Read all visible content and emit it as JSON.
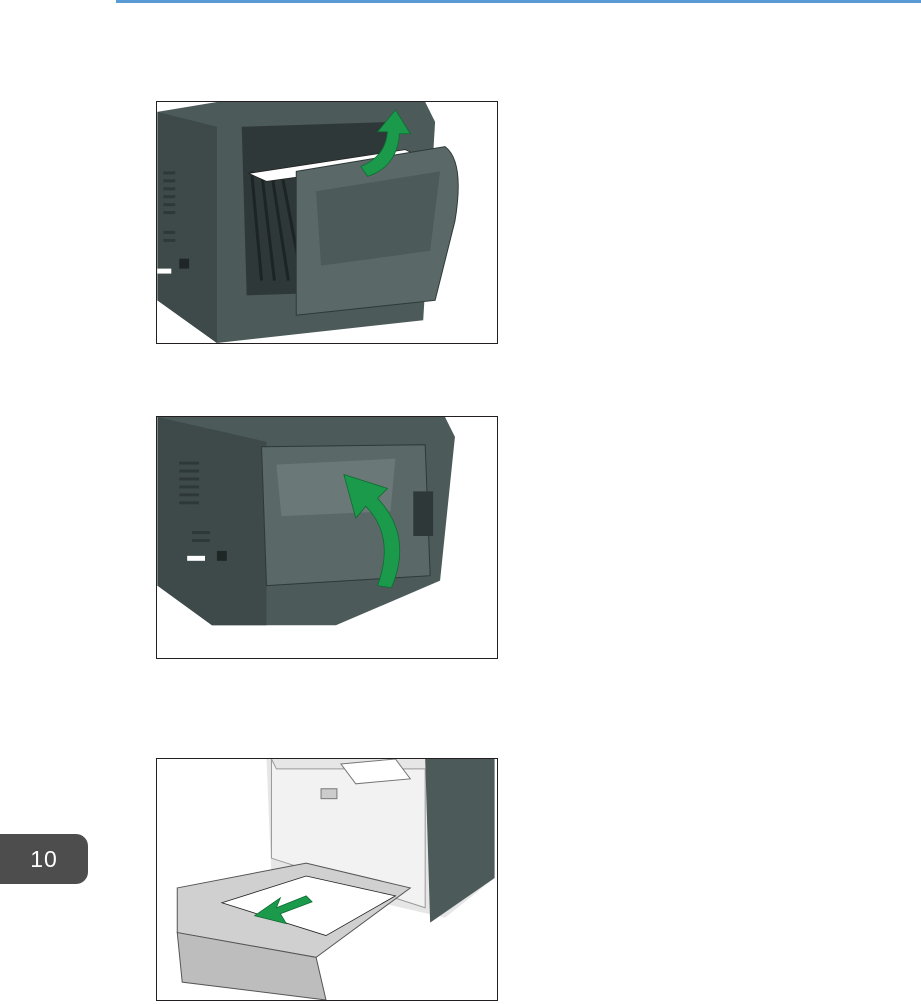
{
  "chapter_tab": {
    "label": "10",
    "color": "#4d4d4d"
  },
  "header": {
    "rule_color": "#5b9bd5"
  },
  "colors": {
    "printer_body": "#4c5a5a",
    "printer_dark": "#2e3838",
    "printer_light": "#6a7878",
    "arrow_green": "#1a9a4a",
    "paper": "#ffffff",
    "cover_light": "#e6e6e6"
  },
  "figures": [
    {
      "name": "open-rear-cover-remove-paper",
      "arrow": "lift-up-arrow-icon"
    },
    {
      "name": "close-rear-cover",
      "arrow": "curved-up-arrow-icon"
    },
    {
      "name": "pull-out-paper-tray-remove-paper",
      "arrow": "pull-out-arrow-icon"
    }
  ]
}
